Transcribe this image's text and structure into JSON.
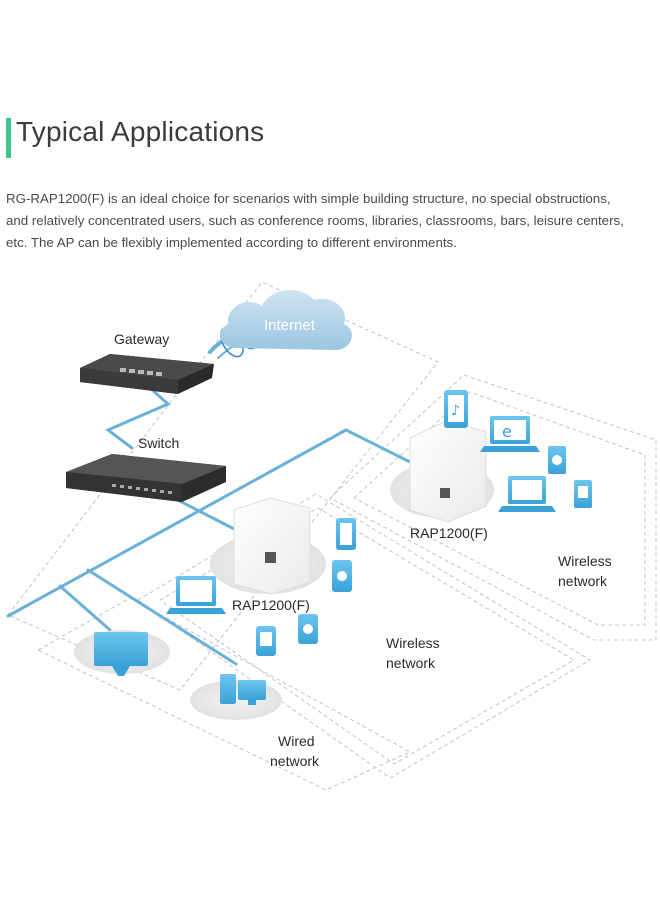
{
  "heading": "Typical Applications",
  "description_lines": [
    "RG-RAP1200(F) is an ideal choice for scenarios with simple building structure, no special obstructions,",
    "and relatively concentrated users, such as conference rooms, libraries, classrooms, bars, leisure centers,",
    "etc. The AP can be flexibly implemented according to different environments."
  ],
  "diagram": {
    "internet": "Internet",
    "gateway": "Gateway",
    "switch": "Switch",
    "ap_right": "RAP1200(F)",
    "ap_left": "RAP1200(F)",
    "wireless_right": [
      "Wireless",
      "network"
    ],
    "wireless_left": [
      "Wireless",
      "network"
    ],
    "wired": [
      "Wired",
      "network"
    ]
  },
  "colors": {
    "accent": "#3fc48e",
    "link": "#6ab0d8",
    "cloud": "#a9cfe6"
  }
}
